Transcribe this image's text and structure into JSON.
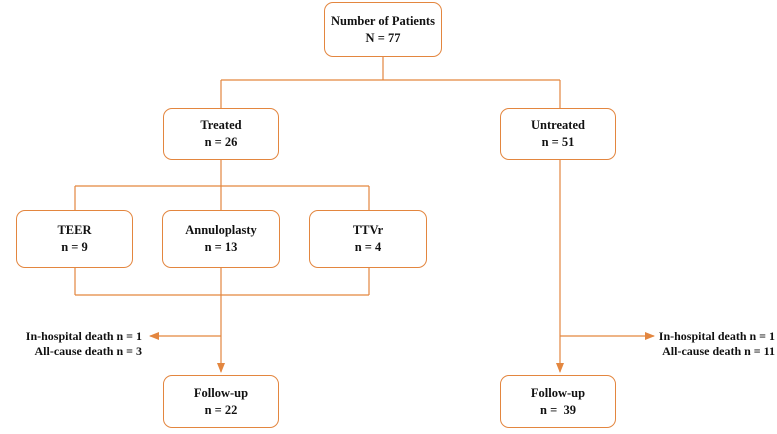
{
  "colors": {
    "accent": "#e3863f",
    "text": "#111111"
  },
  "nodes": {
    "total": {
      "title": "Number of Patients",
      "count": "N = 77"
    },
    "treated": {
      "title": "Treated",
      "count": "n = 26"
    },
    "untreated": {
      "title": "Untreated",
      "count": "n = 51"
    },
    "teer": {
      "title": "TEER",
      "count": "n = 9"
    },
    "annuloplasty": {
      "title": "Annuloplasty",
      "count": "n = 13"
    },
    "ttvr": {
      "title": "TTVr",
      "count": "n = 4"
    },
    "followup_treated": {
      "title": "Follow-up",
      "count": "n = 22"
    },
    "followup_untreated": {
      "title": "Follow-up",
      "count": "n =  39"
    }
  },
  "outcomes": {
    "treated": {
      "in_hospital": "In-hospital death n = 1",
      "all_cause": "All-cause death n = 3"
    },
    "untreated": {
      "in_hospital": "In-hospital death n = 1",
      "all_cause": "All-cause death n = 11"
    }
  }
}
